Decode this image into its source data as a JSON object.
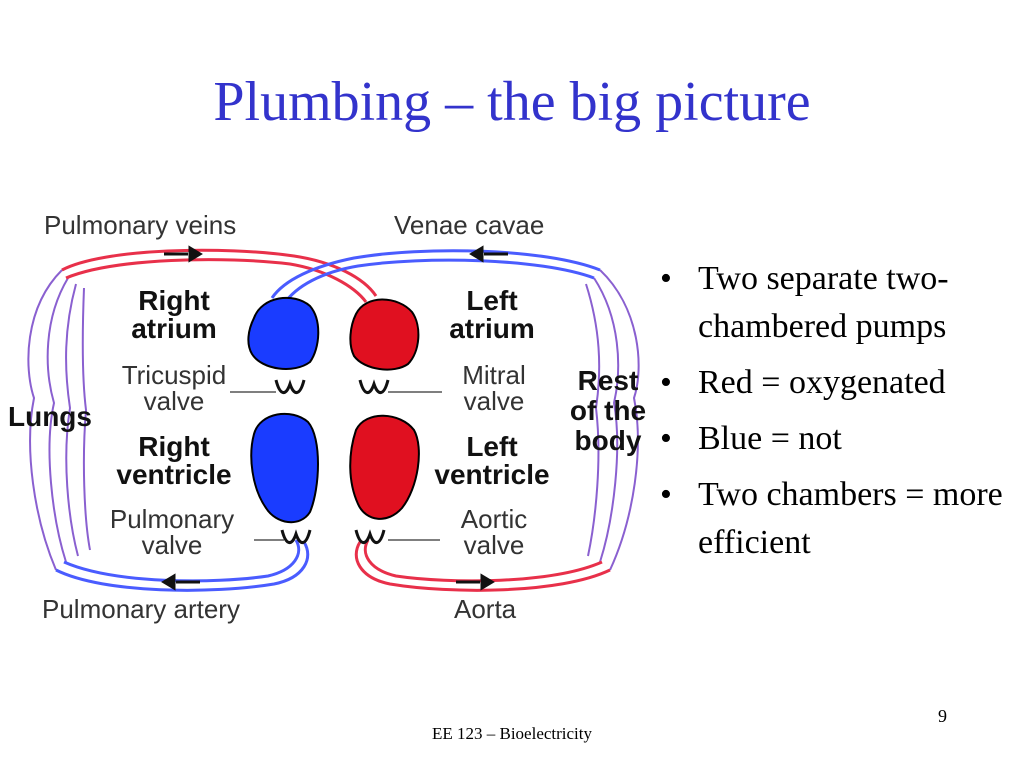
{
  "slide": {
    "title": "Plumbing – the big picture",
    "footer": "EE 123 – Bioelectricity",
    "page_number": "9"
  },
  "diagram": {
    "labels": {
      "pulmonary_veins": "Pulmonary veins",
      "venae_cavae": "Venae cavae",
      "right_atrium_1": "Right",
      "right_atrium_2": "atrium",
      "left_atrium_1": "Left",
      "left_atrium_2": "atrium",
      "tricuspid_1": "Tricuspid",
      "tricuspid_2": "valve",
      "mitral_1": "Mitral",
      "mitral_2": "valve",
      "lungs": "Lungs",
      "rest_1": "Rest",
      "rest_2": "of the",
      "rest_3": "body",
      "right_ventricle_1": "Right",
      "right_ventricle_2": "ventricle",
      "left_ventricle_1": "Left",
      "left_ventricle_2": "ventricle",
      "pulmonary_valve_1": "Pulmonary",
      "pulmonary_valve_2": "valve",
      "aortic_1": "Aortic",
      "aortic_2": "valve",
      "pulmonary_artery": "Pulmonary artery",
      "aorta": "Aorta"
    },
    "colors": {
      "oxygenated": "#e01020",
      "deoxygenated": "#1a3cff",
      "vessel_red": "#e8304a",
      "vessel_blue": "#4a5cff",
      "capillary": "#8a60d0"
    }
  },
  "bullets": [
    "Two separate two-chambered pumps",
    "Red = oxygenated",
    "Blue = not",
    "Two chambers = more efficient"
  ]
}
